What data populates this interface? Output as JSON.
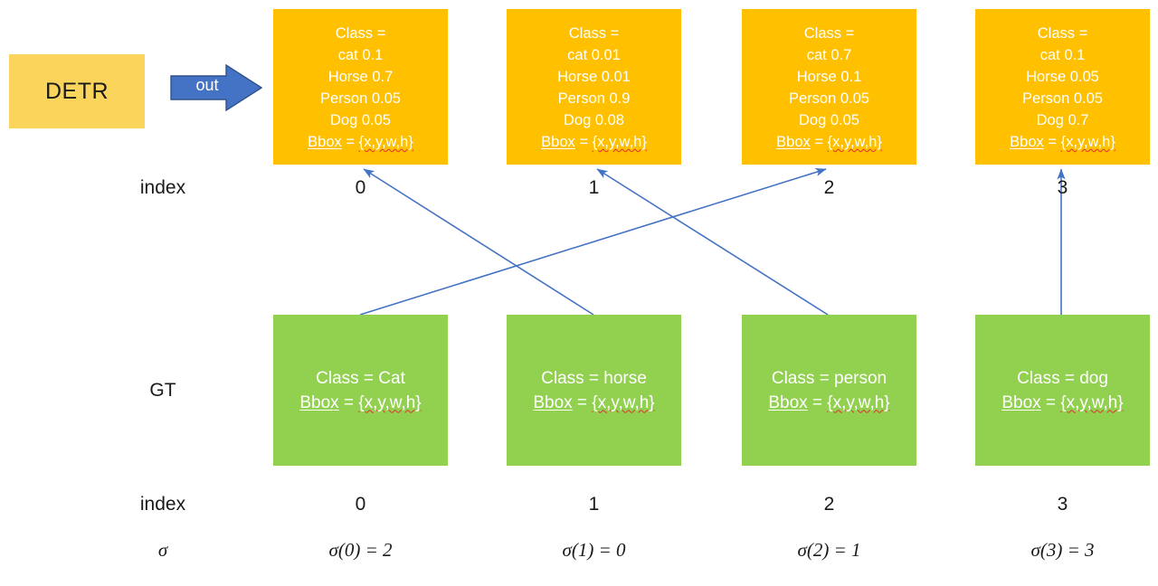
{
  "diagram": {
    "title": "DETR prediction to ground-truth bipartite matching",
    "colors": {
      "source_block": "#FBD45C",
      "prediction_box": "#FFC000",
      "groundtruth_box": "#92D050",
      "arrow_blue": "#4472C4",
      "text_on_box": "#FFFFFF",
      "text_plain": "#1A1A1A",
      "spellcheck_underline": "#E03030"
    }
  },
  "source": {
    "label": "DETR",
    "out_arrow_label": "out"
  },
  "labels": {
    "index_top": "index",
    "index_bottom": "index",
    "gt": "GT",
    "sigma": "σ"
  },
  "predictions": [
    {
      "index": "0",
      "class_header": "Class =",
      "scores": [
        "cat 0.1",
        "Horse 0.7",
        "Person 0.05",
        "Dog 0.05"
      ],
      "bbox_key": "Bbox",
      "bbox_eq": " = ",
      "bbox_value": "{x,y,w,h}"
    },
    {
      "index": "1",
      "class_header": "Class =",
      "scores": [
        "cat 0.01",
        "Horse 0.01",
        "Person 0.9",
        "Dog 0.08"
      ],
      "bbox_key": "Bbox",
      "bbox_eq": " = ",
      "bbox_value": "{x,y,w,h}"
    },
    {
      "index": "2",
      "class_header": "Class =",
      "scores": [
        "cat 0.7",
        "Horse 0.1",
        "Person 0.05",
        "Dog 0.05"
      ],
      "bbox_key": "Bbox",
      "bbox_eq": " = ",
      "bbox_value": "{x,y,w,h}"
    },
    {
      "index": "3",
      "class_header": "Class =",
      "scores": [
        "cat 0.1",
        "Horse 0.05",
        "Person 0.05",
        "Dog 0.7"
      ],
      "bbox_key": "Bbox",
      "bbox_eq": " = ",
      "bbox_value": "{x,y,w,h}"
    }
  ],
  "groundtruths": [
    {
      "index": "0",
      "class_line": "Class = Cat",
      "bbox_key": "Bbox",
      "bbox_eq": " = ",
      "bbox_value": "{x,y,w,h}",
      "sigma": "σ(0) = 2"
    },
    {
      "index": "1",
      "class_line": "Class = horse",
      "bbox_key": "Bbox",
      "bbox_eq": " = ",
      "bbox_value": "{x,y,w,h}",
      "sigma": "σ(1) = 0"
    },
    {
      "index": "2",
      "class_line": "Class = person",
      "bbox_key": "Bbox",
      "bbox_eq": " = ",
      "bbox_value": "{x,y,w,h}",
      "sigma": "σ(2) = 1"
    },
    {
      "index": "3",
      "class_line": "Class = dog",
      "bbox_key": "Bbox",
      "bbox_eq": " = ",
      "bbox_value": "{x,y,w,h}",
      "sigma": "σ(3) = 3"
    }
  ],
  "matching_arrows": [
    {
      "from_gt_index": "0",
      "to_pred_index": "2"
    },
    {
      "from_gt_index": "1",
      "to_pred_index": "0"
    },
    {
      "from_gt_index": "2",
      "to_pred_index": "1"
    },
    {
      "from_gt_index": "3",
      "to_pred_index": "3"
    }
  ]
}
